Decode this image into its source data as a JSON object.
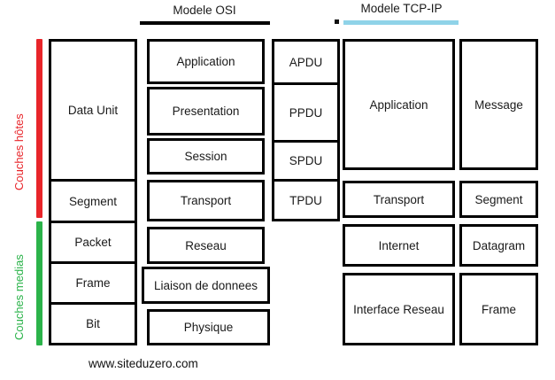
{
  "diagram": {
    "footer": "www.siteduzero.com",
    "colors": {
      "hosts_bar": "#e8252a",
      "media_bar": "#2bb34a",
      "osi_rule": "#000000",
      "tcp_rule": "#8fd3e8",
      "box_border": "#000000",
      "text": "#1a1a1a"
    },
    "side_labels": {
      "hosts": "Couches hôtes",
      "media": "Couches medias"
    },
    "titles": {
      "osi": "Modele OSI",
      "tcpip": "Modele TCP-IP"
    },
    "data_unit_column": {
      "cells": [
        {
          "label": "Data Unit"
        },
        {
          "label": "Segment"
        },
        {
          "label": "Packet"
        },
        {
          "label": "Frame"
        },
        {
          "label": "Bit"
        }
      ]
    },
    "osi_layers": [
      {
        "label": "Application"
      },
      {
        "label": "Presentation"
      },
      {
        "label": "Session"
      },
      {
        "label": "Transport"
      },
      {
        "label": "Reseau"
      },
      {
        "label": "Liaison de donnees"
      },
      {
        "label": "Physique"
      }
    ],
    "pdu_column": {
      "cells": [
        {
          "label": "APDU"
        },
        {
          "label": "PPDU"
        },
        {
          "label": "SPDU"
        },
        {
          "label": "TPDU"
        }
      ]
    },
    "tcpip_layers": [
      {
        "label": "Application"
      },
      {
        "label": "Transport"
      },
      {
        "label": "Internet"
      },
      {
        "label": "Interface Reseau"
      }
    ],
    "tcpip_units": [
      {
        "label": "Message"
      },
      {
        "label": "Segment"
      },
      {
        "label": "Datagram"
      },
      {
        "label": "Frame"
      }
    ]
  }
}
